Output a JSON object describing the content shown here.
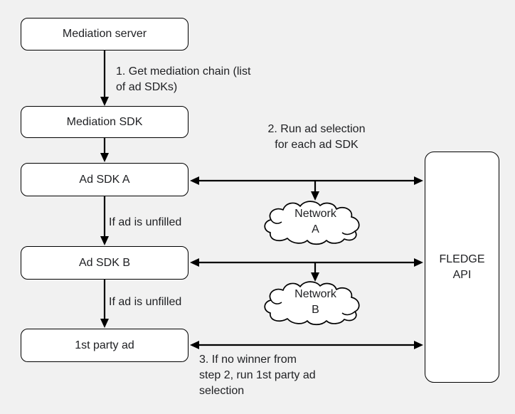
{
  "colors": {
    "background": "#f1f1f1",
    "node_fill": "#ffffff",
    "stroke": "#000000",
    "text": "#202124"
  },
  "nodes": {
    "mediation_server": "Mediation server",
    "mediation_sdk": "Mediation SDK",
    "ad_sdk_a": "Ad SDK A",
    "ad_sdk_b": "Ad SDK B",
    "first_party_ad": "1st party ad",
    "fledge_api": "FLEDGE\nAPI",
    "network_a": "Network\nA",
    "network_b": "Network\nB"
  },
  "labels": {
    "step1": "1. Get mediation chain (list\nof ad SDKs)",
    "step2": "2. Run ad selection\nfor each ad SDK",
    "step3": "3. If no winner from\nstep 2, run 1st party ad\nselection",
    "unfilled_ab": "If ad is unfilled",
    "unfilled_b1p": "If ad is unfilled"
  }
}
